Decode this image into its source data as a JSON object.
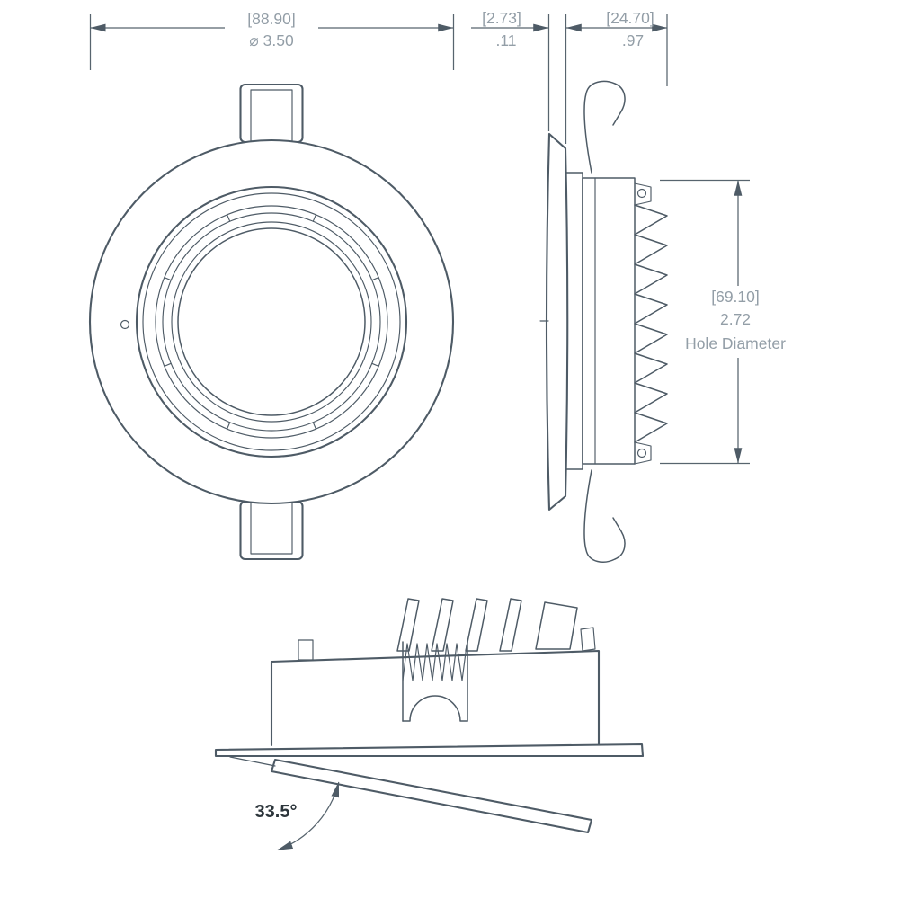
{
  "style": {
    "line_color": "#4e5b66",
    "dim_text_color": "#939ea7",
    "angle_text_color": "#2c353b"
  },
  "front_view": {
    "flange_diameter_mm": "[88.90]",
    "flange_diameter_in": "⌀ 3.50"
  },
  "side_view": {
    "flange_thickness_mm": "[2.73]",
    "flange_thickness_in": ".11",
    "depth_mm": "[24.70]",
    "depth_in": ".97",
    "hole_diameter_mm": "[69.10]",
    "hole_diameter_in": "2.72",
    "hole_diameter_label": "Hole Diameter"
  },
  "tilt_view": {
    "tilt_angle": "33.5°"
  }
}
